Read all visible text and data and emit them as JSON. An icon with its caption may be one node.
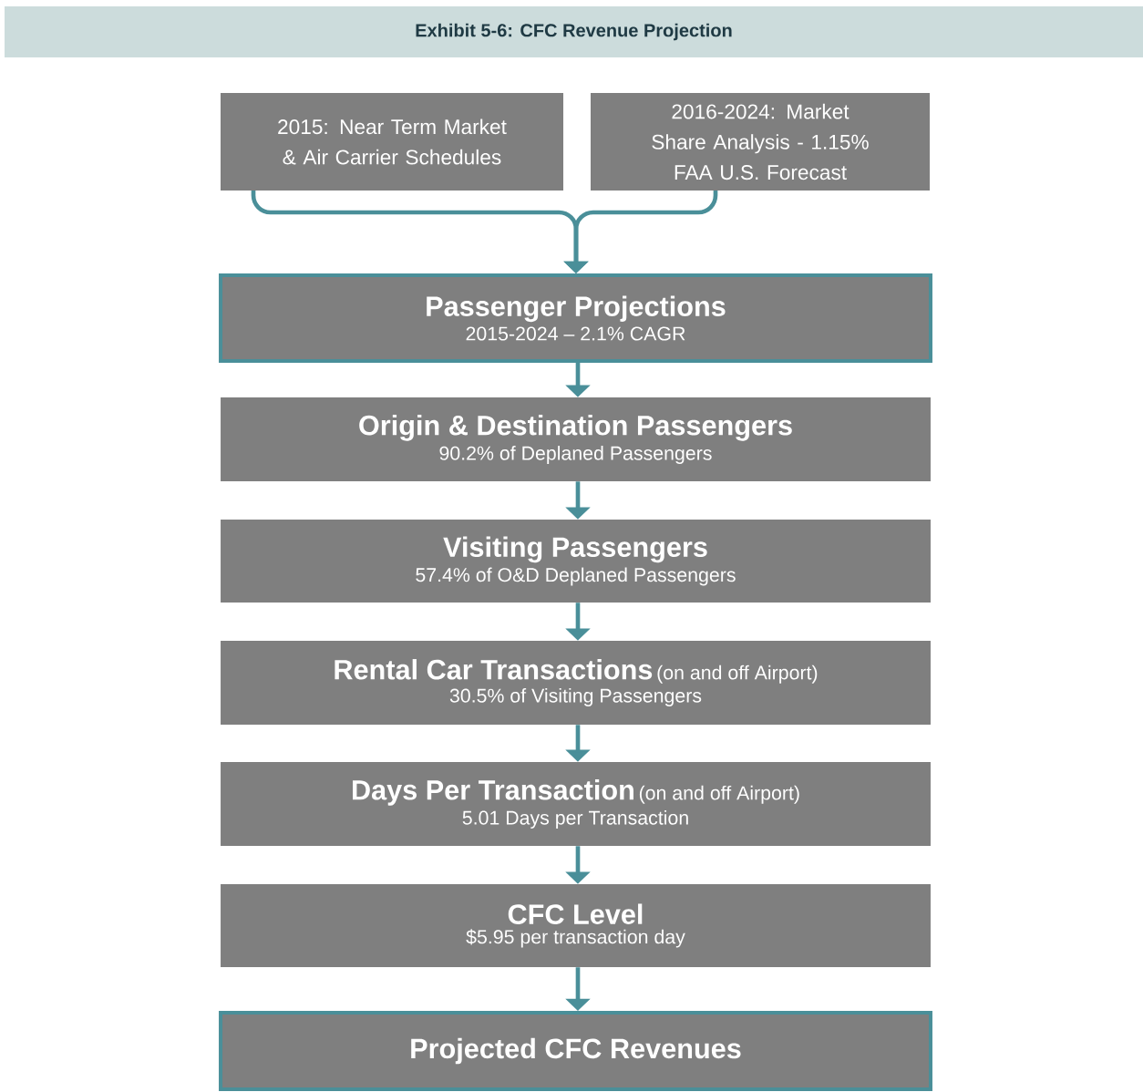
{
  "diagram": {
    "title": "Exhibit 5-6:  CFC Revenue Projection",
    "nodes": [
      {
        "text": [
          "2015: Near Term Market & Air Carrier Schedules"
        ]
      },
      {
        "text": [
          "2016-2024: Market Share Analysis -  1.15% FAA U.S. Forecast"
        ]
      },
      {
        "text": [
          "Passenger Projections",
          "2015-2024 –  2.1% CAGR"
        ]
      },
      {
        "text": [
          "Origin & Destination Passengers",
          "90.2% of Deplaned Passengers"
        ]
      },
      {
        "text": [
          "Visiting Passengers",
          "57.4% of O&D Deplaned Passengers"
        ]
      },
      {
        "text": [
          "Rental Car Transactions",
          "(on and off Airport)",
          "30.5% of Visiting Passengers"
        ]
      },
      {
        "text": [
          "Days Per Transaction",
          "(on and off Airport)",
          "5.01  Days per Transaction"
        ]
      },
      {
        "text": [
          "CFC Level",
          "$5.95 per transaction day"
        ]
      },
      {
        "text": [
          "Projected CFC Revenues"
        ]
      }
    ],
    "edges": [
      {
        "from": 0,
        "to": 2,
        "arrow": "to"
      },
      {
        "from": 1,
        "to": 2,
        "arrow": "to"
      },
      {
        "from": 2,
        "to": 3,
        "arrow": "to"
      },
      {
        "from": 3,
        "to": 4,
        "arrow": "to"
      },
      {
        "from": 4,
        "to": 5,
        "arrow": "to"
      },
      {
        "from": 5,
        "to": 6,
        "arrow": "to"
      },
      {
        "from": 6,
        "to": 7,
        "arrow": "to"
      },
      {
        "from": 7,
        "to": 8,
        "arrow": "to"
      }
    ]
  }
}
